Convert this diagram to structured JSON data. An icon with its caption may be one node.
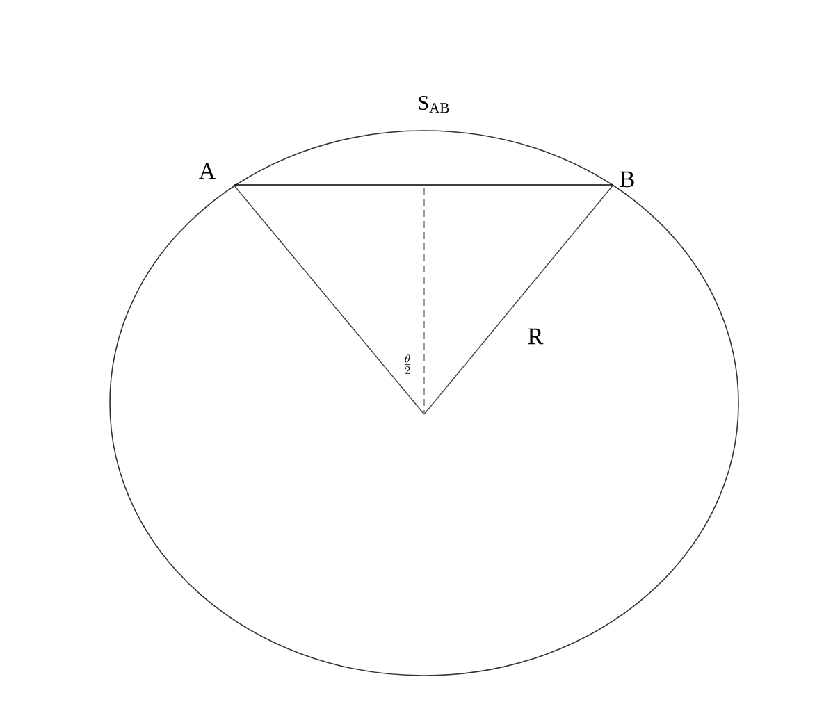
{
  "diagram": {
    "labels": [
      "S$_{AB}$",
      "A",
      "B",
      "R",
      "\\frac{\\theta}{2}"
    ]
  }
}
